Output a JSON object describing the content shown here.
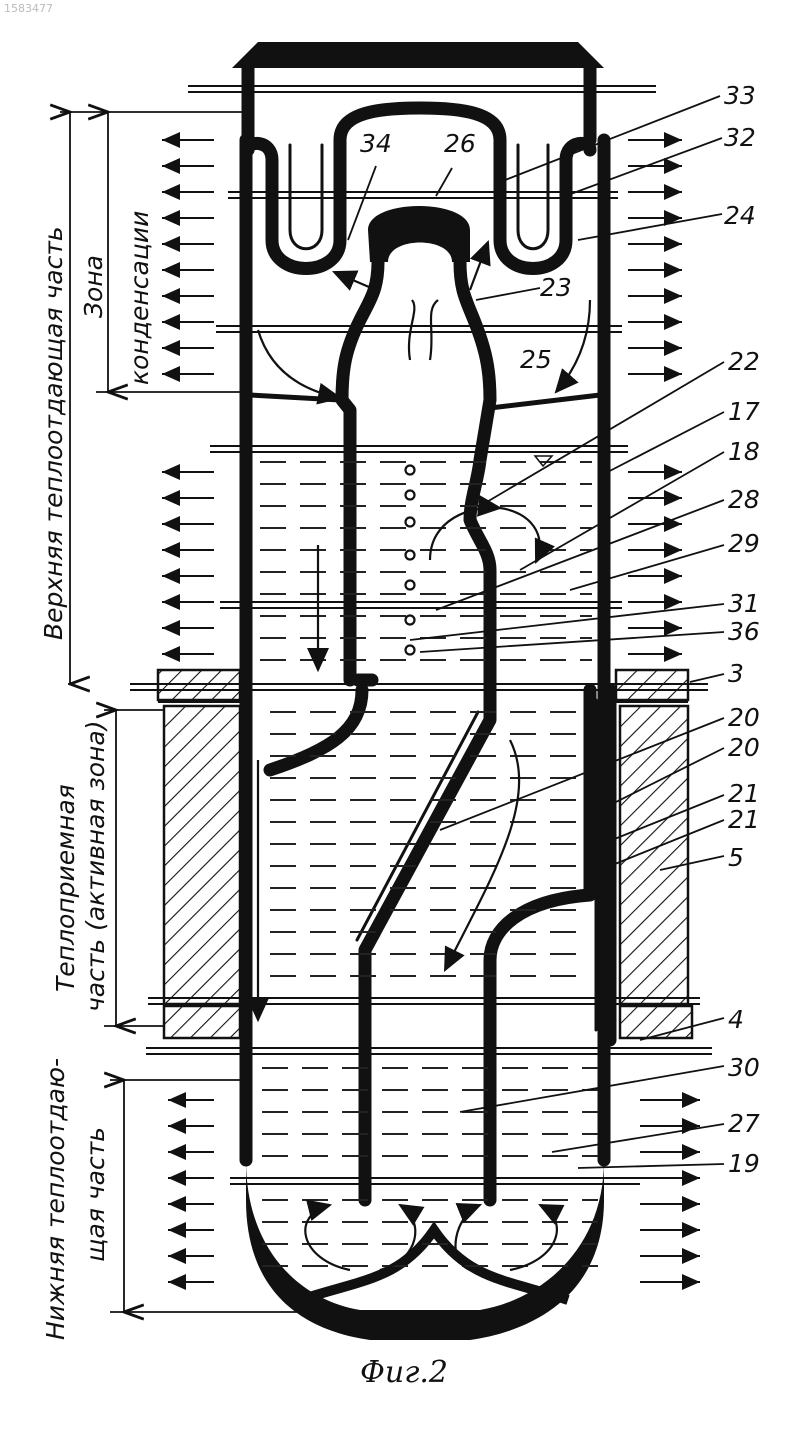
{
  "figure": {
    "caption": "Фиг.2",
    "watermark": "1583477"
  },
  "zones": {
    "upper_part": "Верхняя теплоотдающая часть",
    "condensation_zone_line1": "Зона",
    "condensation_zone_line2": "конденсации",
    "receiving_part_line1": "Теплоприемная",
    "receiving_part_line2": "часть (активная зона)",
    "lower_part_line1": "Нижняя теплоотдаю-",
    "lower_part_line2": "щая часть"
  },
  "labels": [
    {
      "id": "33",
      "text": "33"
    },
    {
      "id": "32",
      "text": "32"
    },
    {
      "id": "24",
      "text": "24"
    },
    {
      "id": "23",
      "text": "23"
    },
    {
      "id": "22",
      "text": "22"
    },
    {
      "id": "17",
      "text": "17"
    },
    {
      "id": "18",
      "text": "18"
    },
    {
      "id": "28",
      "text": "28"
    },
    {
      "id": "29",
      "text": "29"
    },
    {
      "id": "31",
      "text": "31"
    },
    {
      "id": "36",
      "text": "36"
    },
    {
      "id": "3",
      "text": "3"
    },
    {
      "id": "20a",
      "text": "20"
    },
    {
      "id": "20b",
      "text": "20"
    },
    {
      "id": "21a",
      "text": "21"
    },
    {
      "id": "21b",
      "text": "21"
    },
    {
      "id": "5",
      "text": "5"
    },
    {
      "id": "4",
      "text": "4"
    },
    {
      "id": "30",
      "text": "30"
    },
    {
      "id": "27",
      "text": "27"
    },
    {
      "id": "19",
      "text": "19"
    },
    {
      "id": "34",
      "text": "34"
    },
    {
      "id": "26",
      "text": "26"
    },
    {
      "id": "25",
      "text": "25"
    }
  ]
}
